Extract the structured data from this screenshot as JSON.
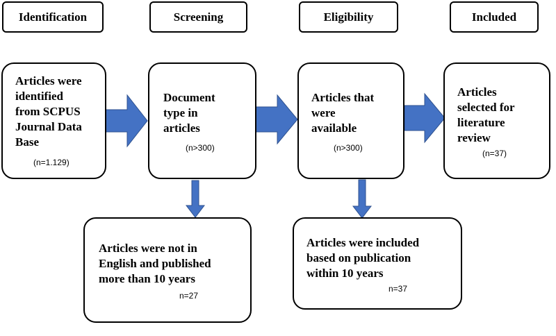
{
  "stages": [
    {
      "label": "Identification"
    },
    {
      "label": "Screening"
    },
    {
      "label": "Eligibility"
    },
    {
      "label": "Included"
    }
  ],
  "boxes": {
    "identified": {
      "text": "Articles were\nidentified\nfrom SCPUS\nJournal Data\nBase",
      "count": "(n=1.129)"
    },
    "document_type": {
      "text": "Document\ntype in\narticles",
      "count": "(n>300)"
    },
    "available": {
      "text": "Articles that\nwere\navailable",
      "count": "(n>300)"
    },
    "selected": {
      "text": "Articles\nselected for\nliterature\nreview",
      "count": "(n=37)"
    },
    "excluded_language": {
      "text": "Articles were not in\nEnglish and published\nmore than 10 years",
      "count": "n=27"
    },
    "included_publication": {
      "text": "Articles were included\nbased on publication\nwithin 10 years",
      "count": "n=37"
    }
  },
  "colors": {
    "arrow_fill": "#4472c4",
    "arrow_stroke": "#2f528f",
    "border": "#000000"
  }
}
